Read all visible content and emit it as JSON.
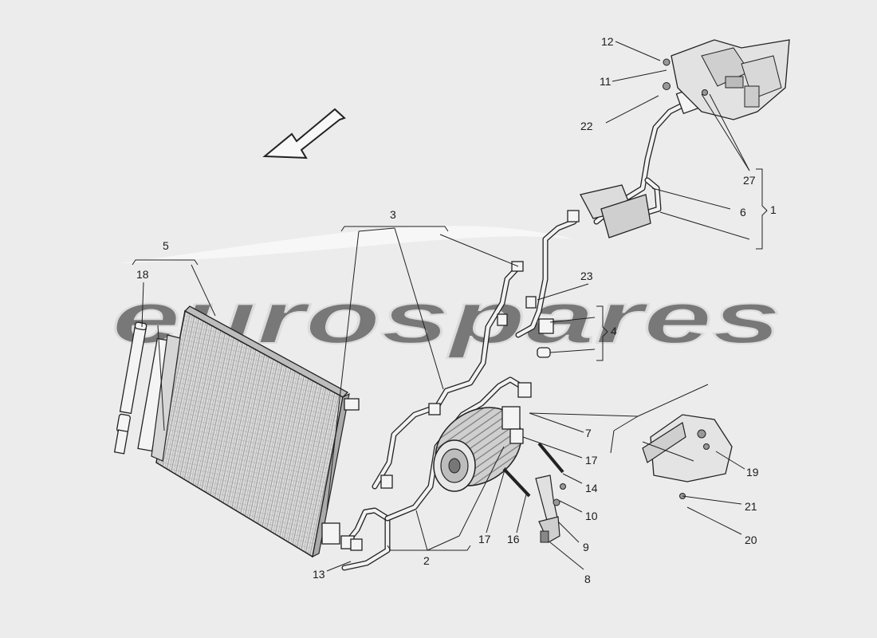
{
  "watermark": {
    "text": "eurospares"
  },
  "callouts": {
    "c1": "1",
    "c2": "2",
    "c3": "3",
    "c4": "4",
    "c5": "5",
    "c6": "6",
    "c7": "7",
    "c8": "8",
    "c9": "9",
    "c10": "10",
    "c11": "11",
    "c12": "12",
    "c13": "13",
    "c14": "14",
    "c16": "16",
    "c17a": "17",
    "c17b": "17",
    "c18": "18",
    "c19": "19",
    "c20": "20",
    "c21": "21",
    "c22": "22",
    "c23": "23",
    "c27": "27"
  }
}
